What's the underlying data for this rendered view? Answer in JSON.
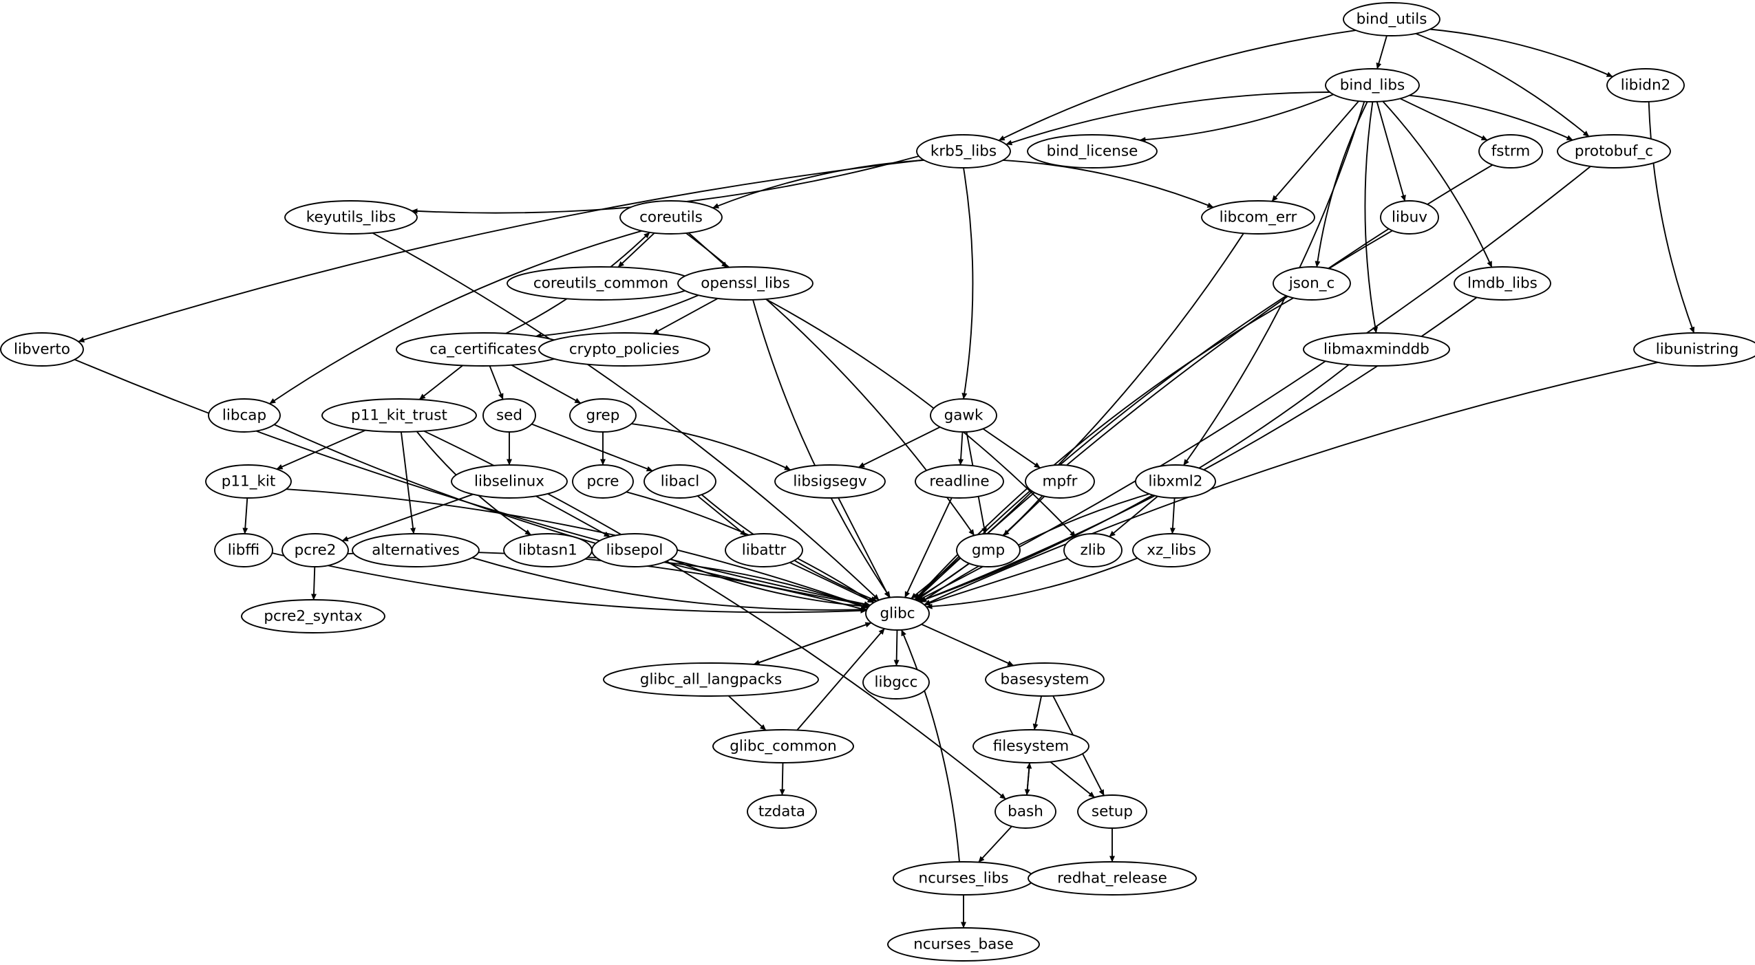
{
  "graph": {
    "type": "dependency-graph",
    "nodes": [
      {
        "id": "bind_utils",
        "label": "bind_utils"
      },
      {
        "id": "bind_libs",
        "label": "bind_libs"
      },
      {
        "id": "libidn2",
        "label": "libidn2"
      },
      {
        "id": "krb5_libs",
        "label": "krb5_libs"
      },
      {
        "id": "bind_license",
        "label": "bind_license"
      },
      {
        "id": "fstrm",
        "label": "fstrm"
      },
      {
        "id": "protobuf_c",
        "label": "protobuf_c"
      },
      {
        "id": "keyutils_libs",
        "label": "keyutils_libs"
      },
      {
        "id": "coreutils",
        "label": "coreutils"
      },
      {
        "id": "libcom_err",
        "label": "libcom_err"
      },
      {
        "id": "libuv",
        "label": "libuv"
      },
      {
        "id": "coreutils_common",
        "label": "coreutils_common"
      },
      {
        "id": "openssl_libs",
        "label": "openssl_libs"
      },
      {
        "id": "json_c",
        "label": "json_c"
      },
      {
        "id": "lmdb_libs",
        "label": "lmdb_libs"
      },
      {
        "id": "libverto",
        "label": "libverto"
      },
      {
        "id": "ca_certificates",
        "label": "ca_certificates"
      },
      {
        "id": "crypto_policies",
        "label": "crypto_policies"
      },
      {
        "id": "libmaxminddb",
        "label": "libmaxminddb"
      },
      {
        "id": "libunistring",
        "label": "libunistring"
      },
      {
        "id": "libcap",
        "label": "libcap"
      },
      {
        "id": "p11_kit_trust",
        "label": "p11_kit_trust"
      },
      {
        "id": "sed",
        "label": "sed"
      },
      {
        "id": "grep",
        "label": "grep"
      },
      {
        "id": "gawk",
        "label": "gawk"
      },
      {
        "id": "p11_kit",
        "label": "p11_kit"
      },
      {
        "id": "libselinux",
        "label": "libselinux"
      },
      {
        "id": "pcre",
        "label": "pcre"
      },
      {
        "id": "libacl",
        "label": "libacl"
      },
      {
        "id": "libsigsegv",
        "label": "libsigsegv"
      },
      {
        "id": "readline",
        "label": "readline"
      },
      {
        "id": "mpfr",
        "label": "mpfr"
      },
      {
        "id": "libxml2",
        "label": "libxml2"
      },
      {
        "id": "libffi",
        "label": "libffi"
      },
      {
        "id": "pcre2",
        "label": "pcre2"
      },
      {
        "id": "alternatives",
        "label": "alternatives"
      },
      {
        "id": "libtasn1",
        "label": "libtasn1"
      },
      {
        "id": "libsepol",
        "label": "libsepol"
      },
      {
        "id": "libattr",
        "label": "libattr"
      },
      {
        "id": "gmp",
        "label": "gmp"
      },
      {
        "id": "zlib",
        "label": "zlib"
      },
      {
        "id": "xz_libs",
        "label": "xz_libs"
      },
      {
        "id": "glibc",
        "label": "glibc"
      },
      {
        "id": "pcre2_syntax",
        "label": "pcre2_syntax"
      },
      {
        "id": "glibc_all_langpacks",
        "label": "glibc_all_langpacks"
      },
      {
        "id": "libgcc",
        "label": "libgcc"
      },
      {
        "id": "basesystem",
        "label": "basesystem"
      },
      {
        "id": "glibc_common",
        "label": "glibc_common"
      },
      {
        "id": "filesystem",
        "label": "filesystem"
      },
      {
        "id": "tzdata",
        "label": "tzdata"
      },
      {
        "id": "bash",
        "label": "bash"
      },
      {
        "id": "setup",
        "label": "setup"
      },
      {
        "id": "ncurses_libs",
        "label": "ncurses_libs"
      },
      {
        "id": "redhat_release",
        "label": "redhat_release"
      },
      {
        "id": "ncurses_base",
        "label": "ncurses_base"
      }
    ],
    "edges": [
      {
        "from": "bind_utils",
        "to": "bind_libs"
      },
      {
        "from": "bind_utils",
        "to": "libidn2"
      },
      {
        "from": "bind_utils",
        "to": "krb5_libs"
      },
      {
        "from": "bind_utils",
        "to": "protobuf_c"
      },
      {
        "from": "bind_libs",
        "to": "krb5_libs"
      },
      {
        "from": "bind_libs",
        "to": "bind_license"
      },
      {
        "from": "bind_libs",
        "to": "fstrm"
      },
      {
        "from": "bind_libs",
        "to": "protobuf_c"
      },
      {
        "from": "bind_libs",
        "to": "libcom_err"
      },
      {
        "from": "bind_libs",
        "to": "libuv"
      },
      {
        "from": "bind_libs",
        "to": "json_c"
      },
      {
        "from": "bind_libs",
        "to": "lmdb_libs"
      },
      {
        "from": "bind_libs",
        "to": "libmaxminddb"
      },
      {
        "from": "bind_libs",
        "to": "libxml2"
      },
      {
        "from": "libidn2",
        "to": "libunistring"
      },
      {
        "from": "krb5_libs",
        "to": "keyutils_libs"
      },
      {
        "from": "krb5_libs",
        "to": "coreutils"
      },
      {
        "from": "krb5_libs",
        "to": "libcom_err"
      },
      {
        "from": "krb5_libs",
        "to": "libverto"
      },
      {
        "from": "krb5_libs",
        "to": "gawk"
      },
      {
        "from": "coreutils",
        "to": "coreutils_common"
      },
      {
        "from": "coreutils",
        "to": "openssl_libs"
      },
      {
        "from": "coreutils",
        "to": "libcap"
      },
      {
        "from": "coreutils",
        "to": "gmp"
      },
      {
        "from": "ca_certificates",
        "to": "coreutils"
      },
      {
        "from": "openssl_libs",
        "to": "ca_certificates"
      },
      {
        "from": "openssl_libs",
        "to": "crypto_policies"
      },
      {
        "from": "openssl_libs",
        "to": "zlib"
      },
      {
        "from": "openssl_libs",
        "to": "glibc"
      },
      {
        "from": "ca_certificates",
        "to": "p11_kit_trust"
      },
      {
        "from": "ca_certificates",
        "to": "sed"
      },
      {
        "from": "ca_certificates",
        "to": "grep"
      },
      {
        "from": "p11_kit_trust",
        "to": "p11_kit"
      },
      {
        "from": "p11_kit_trust",
        "to": "alternatives"
      },
      {
        "from": "p11_kit_trust",
        "to": "libtasn1"
      },
      {
        "from": "p11_kit_trust",
        "to": "bash"
      },
      {
        "from": "sed",
        "to": "libselinux"
      },
      {
        "from": "sed",
        "to": "libacl"
      },
      {
        "from": "grep",
        "to": "pcre"
      },
      {
        "from": "grep",
        "to": "libsigsegv"
      },
      {
        "from": "gawk",
        "to": "libsigsegv"
      },
      {
        "from": "gawk",
        "to": "readline"
      },
      {
        "from": "gawk",
        "to": "mpfr"
      },
      {
        "from": "gawk",
        "to": "gmp"
      },
      {
        "from": "p11_kit",
        "to": "libffi"
      },
      {
        "from": "libselinux",
        "to": "pcre2"
      },
      {
        "from": "libselinux",
        "to": "libsepol"
      },
      {
        "from": "libacl",
        "to": "libattr"
      },
      {
        "from": "mpfr",
        "to": "gmp"
      },
      {
        "from": "libxml2",
        "to": "zlib"
      },
      {
        "from": "libxml2",
        "to": "xz_libs"
      },
      {
        "from": "pcre2",
        "to": "pcre2_syntax"
      },
      {
        "from": "libverto",
        "to": "glibc"
      },
      {
        "from": "keyutils_libs",
        "to": "glibc"
      },
      {
        "from": "libcap",
        "to": "glibc"
      },
      {
        "from": "p11_kit",
        "to": "glibc"
      },
      {
        "from": "libffi",
        "to": "glibc"
      },
      {
        "from": "pcre2",
        "to": "glibc"
      },
      {
        "from": "alternatives",
        "to": "glibc"
      },
      {
        "from": "libtasn1",
        "to": "glibc"
      },
      {
        "from": "libsepol",
        "to": "glibc"
      },
      {
        "from": "pcre",
        "to": "glibc"
      },
      {
        "from": "libacl",
        "to": "glibc"
      },
      {
        "from": "libattr",
        "to": "glibc"
      },
      {
        "from": "libsigsegv",
        "to": "glibc"
      },
      {
        "from": "readline",
        "to": "glibc"
      },
      {
        "from": "gmp",
        "to": "glibc"
      },
      {
        "from": "mpfr",
        "to": "glibc"
      },
      {
        "from": "zlib",
        "to": "glibc"
      },
      {
        "from": "xz_libs",
        "to": "glibc"
      },
      {
        "from": "libxml2",
        "to": "glibc"
      },
      {
        "from": "libcom_err",
        "to": "glibc"
      },
      {
        "from": "json_c",
        "to": "glibc"
      },
      {
        "from": "libmaxminddb",
        "to": "glibc"
      },
      {
        "from": "libuv",
        "to": "glibc"
      },
      {
        "from": "lmdb_libs",
        "to": "glibc"
      },
      {
        "from": "fstrm",
        "to": "glibc"
      },
      {
        "from": "protobuf_c",
        "to": "glibc"
      },
      {
        "from": "libunistring",
        "to": "glibc"
      },
      {
        "from": "glibc",
        "to": "glibc_all_langpacks"
      },
      {
        "from": "glibc_all_langpacks",
        "to": "glibc"
      },
      {
        "from": "glibc",
        "to": "libgcc"
      },
      {
        "from": "glibc",
        "to": "basesystem"
      },
      {
        "from": "glibc_all_langpacks",
        "to": "glibc_common"
      },
      {
        "from": "glibc_common",
        "to": "glibc"
      },
      {
        "from": "glibc_common",
        "to": "tzdata"
      },
      {
        "from": "basesystem",
        "to": "filesystem"
      },
      {
        "from": "basesystem",
        "to": "setup"
      },
      {
        "from": "filesystem",
        "to": "bash"
      },
      {
        "from": "bash",
        "to": "filesystem"
      },
      {
        "from": "filesystem",
        "to": "setup"
      },
      {
        "from": "bash",
        "to": "ncurses_libs"
      },
      {
        "from": "ncurses_libs",
        "to": "glibc"
      },
      {
        "from": "ncurses_libs",
        "to": "ncurses_base"
      },
      {
        "from": "setup",
        "to": "redhat_release"
      }
    ]
  }
}
